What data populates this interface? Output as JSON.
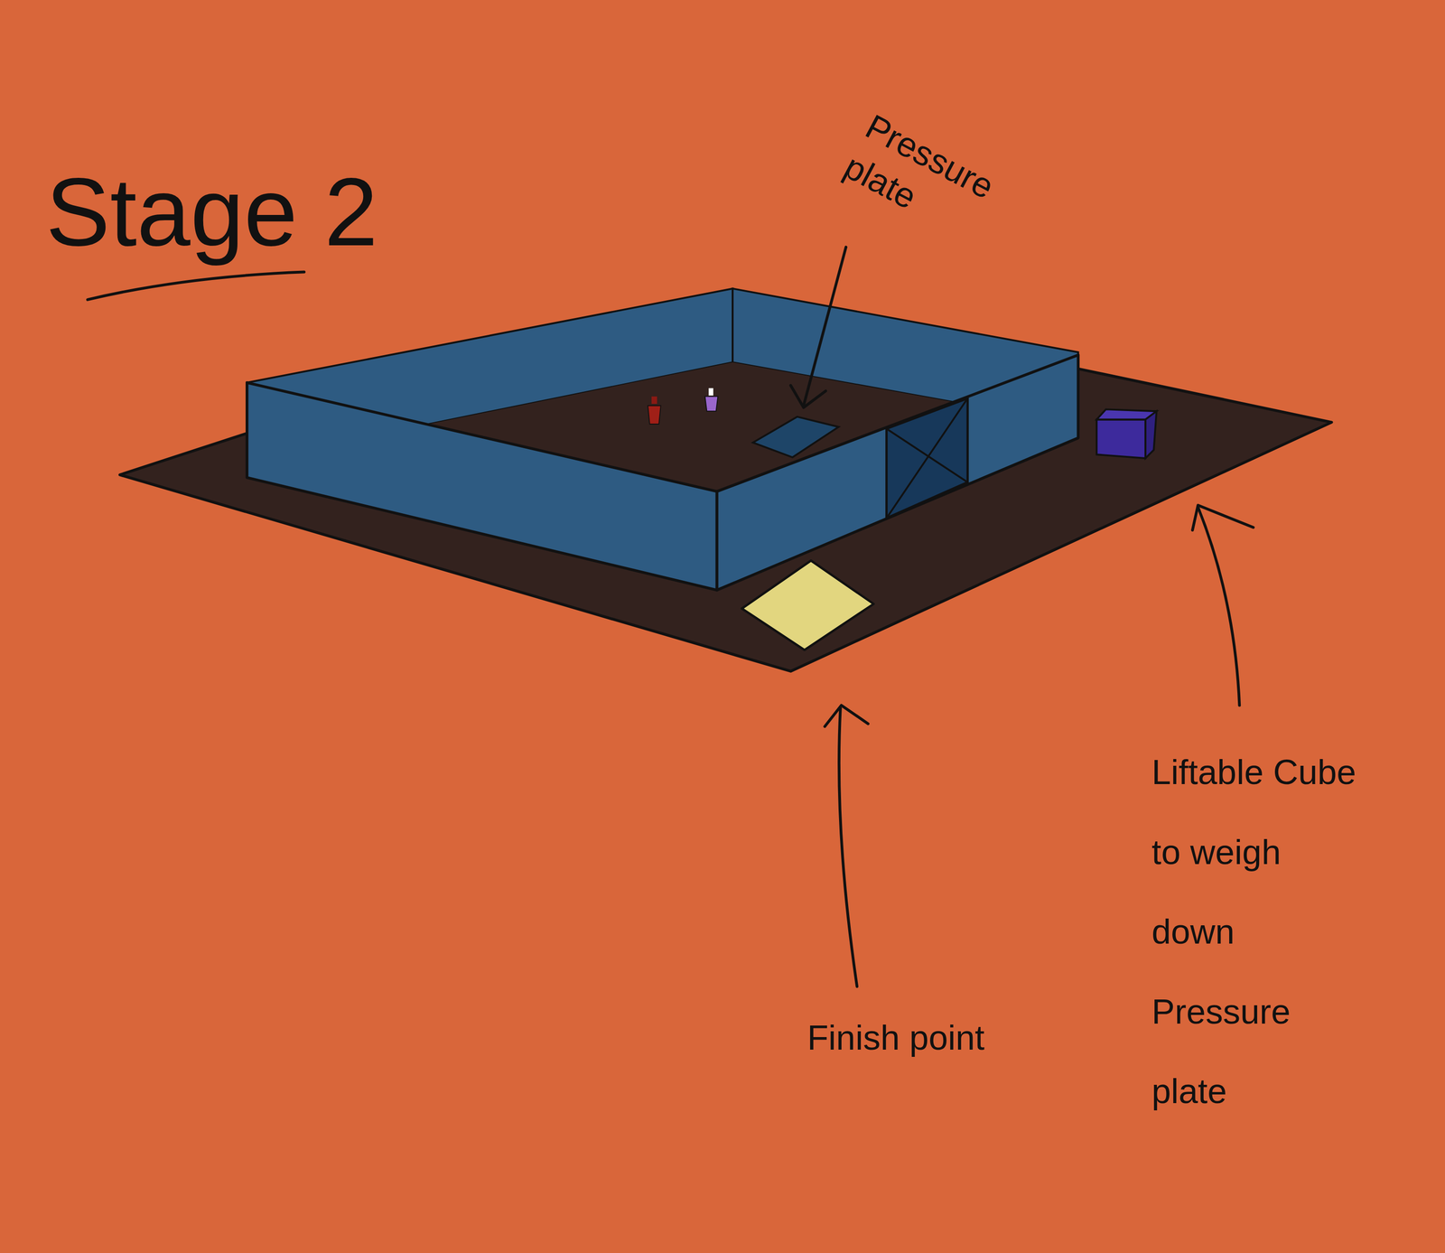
{
  "diagram": {
    "title": "Stage 2",
    "labels": [
      "Pressure plate",
      "Finish point",
      "Liftable Cube to weigh down Pressure plate"
    ]
  }
}
